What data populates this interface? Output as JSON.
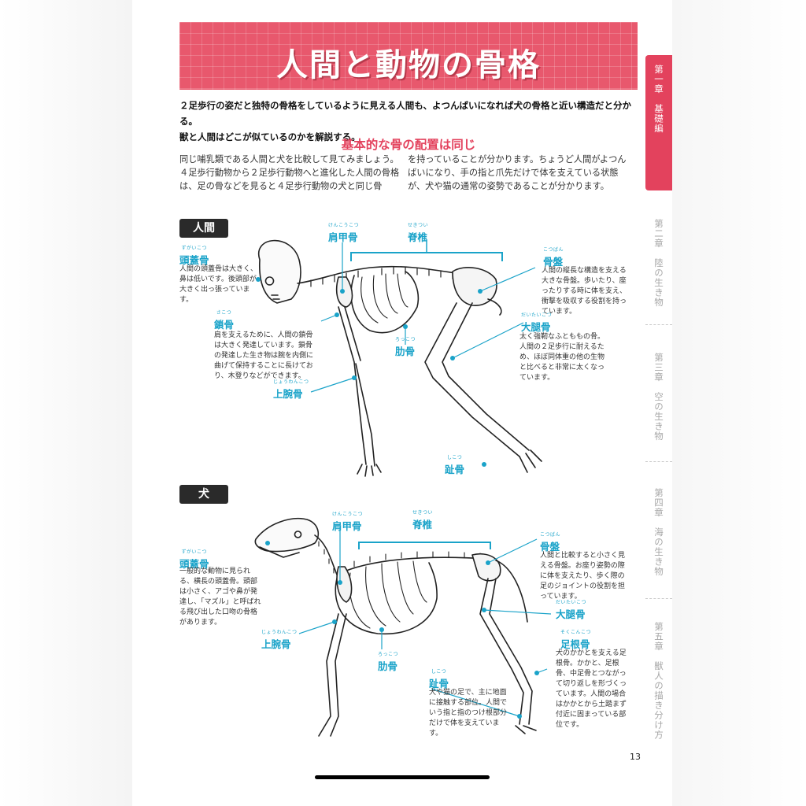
{
  "title": "人間と動物の骨格",
  "intro": {
    "line1": "２足歩行の姿だと独特の骨格をしているように見える人間も、よつんばいになれば犬の骨格と近い構造だと分かる。",
    "line2": "獣と人間はどこが似ているのかを解説する。"
  },
  "subhead": "基本的な骨の配置は同じ",
  "body": {
    "col1": "同じ哺乳類である人間と犬を比較して見てみましょう。４足歩行動物から２足歩行動物へと進化した人間の骨格は、足の骨などを見ると４足歩行動物の犬と同じ骨",
    "col2": "を持っていることが分かります。ちょうど人間がよつんばいになり、手の指と爪先だけで体を支えている状態が、犬や猫の通常の姿勢であることが分かります。"
  },
  "side_tabs": [
    {
      "label": "第一章　基礎編",
      "active": true
    },
    {
      "label": "第二章　陸の生き物",
      "active": false
    },
    {
      "label": "第三章　空の生き物",
      "active": false
    },
    {
      "label": "第四章　海の生き物",
      "active": false
    },
    {
      "label": "第五章　獣人の描き分け方",
      "active": false
    }
  ],
  "human": {
    "label": "人間",
    "terms": {
      "skull": {
        "name": "頭蓋骨",
        "ruby": "ずがいこつ",
        "desc": "人間の頭蓋骨は大きく、鼻は低いです。後頭部が大きく出っ張っています。"
      },
      "clavicle": {
        "name": "鎖骨",
        "ruby": "さこつ",
        "desc": "肩を支えるために、人間の鎖骨は大きく発達しています。鎖骨の発達した生き物は腕を内側に曲げて保持することに長けており、木登りなどができます。"
      },
      "humerus": {
        "name": "上腕骨",
        "ruby": "じょうわんこつ"
      },
      "scapula": {
        "name": "肩甲骨",
        "ruby": "けんこうこつ"
      },
      "spine": {
        "name": "脊椎",
        "ruby": "せきつい"
      },
      "rib": {
        "name": "肋骨",
        "ruby": "ろっこつ"
      },
      "pelvis": {
        "name": "骨盤",
        "ruby": "こつばん",
        "desc": "人間の縦長な構造を支える大きな骨盤。歩いたり、座ったりする時に体を支え、衝撃を吸収する役割を持っています。"
      },
      "femur": {
        "name": "大腿骨",
        "ruby": "だいたいこつ",
        "desc": "太く強靭なふとももの骨。人間の２足歩行に耐えるため、ほぼ同体重の他の生物と比べると非常に太くなっています。"
      },
      "phalanx": {
        "name": "趾骨",
        "ruby": "しこつ"
      }
    }
  },
  "dog": {
    "label": "犬",
    "terms": {
      "skull": {
        "name": "頭蓋骨",
        "ruby": "ずがいこつ",
        "desc": "一般的な動物に見られる、横長の頭蓋骨。頭部は小さく、アゴや鼻が発達し、「マズル」と呼ばれる飛び出した口吻の骨格があります。"
      },
      "scapula": {
        "name": "肩甲骨",
        "ruby": "けんこうこつ"
      },
      "spine": {
        "name": "脊椎",
        "ruby": "せきつい"
      },
      "humerus": {
        "name": "上腕骨",
        "ruby": "じょうわんこつ"
      },
      "rib": {
        "name": "肋骨",
        "ruby": "ろっこつ"
      },
      "pelvis": {
        "name": "骨盤",
        "ruby": "こつばん",
        "desc": "人間と比較すると小さく見える骨盤。お座り姿勢の際に体を支えたり、歩く際の足のジョイントの役割を担っています。"
      },
      "femur": {
        "name": "大腿骨",
        "ruby": "だいたいこつ"
      },
      "tarsus": {
        "name": "足根骨",
        "ruby": "そくこんこつ",
        "desc": "犬のかかとを支える足根骨。かかと、足根骨、中足骨とつながって切り返しを形づくっています。人間の場合はかかとから土踏まず付近に固まっている部位です。"
      },
      "phalanx": {
        "name": "趾骨",
        "ruby": "しこつ",
        "desc": "犬や猫の足で、主に地面に接触する部位。人間でいう指と指のつけ根部分だけで体を支えています。"
      }
    }
  },
  "page_number": "13",
  "colors": {
    "accent": "#e3425d",
    "banner": "#e8586d",
    "term": "#1aa3c9"
  }
}
